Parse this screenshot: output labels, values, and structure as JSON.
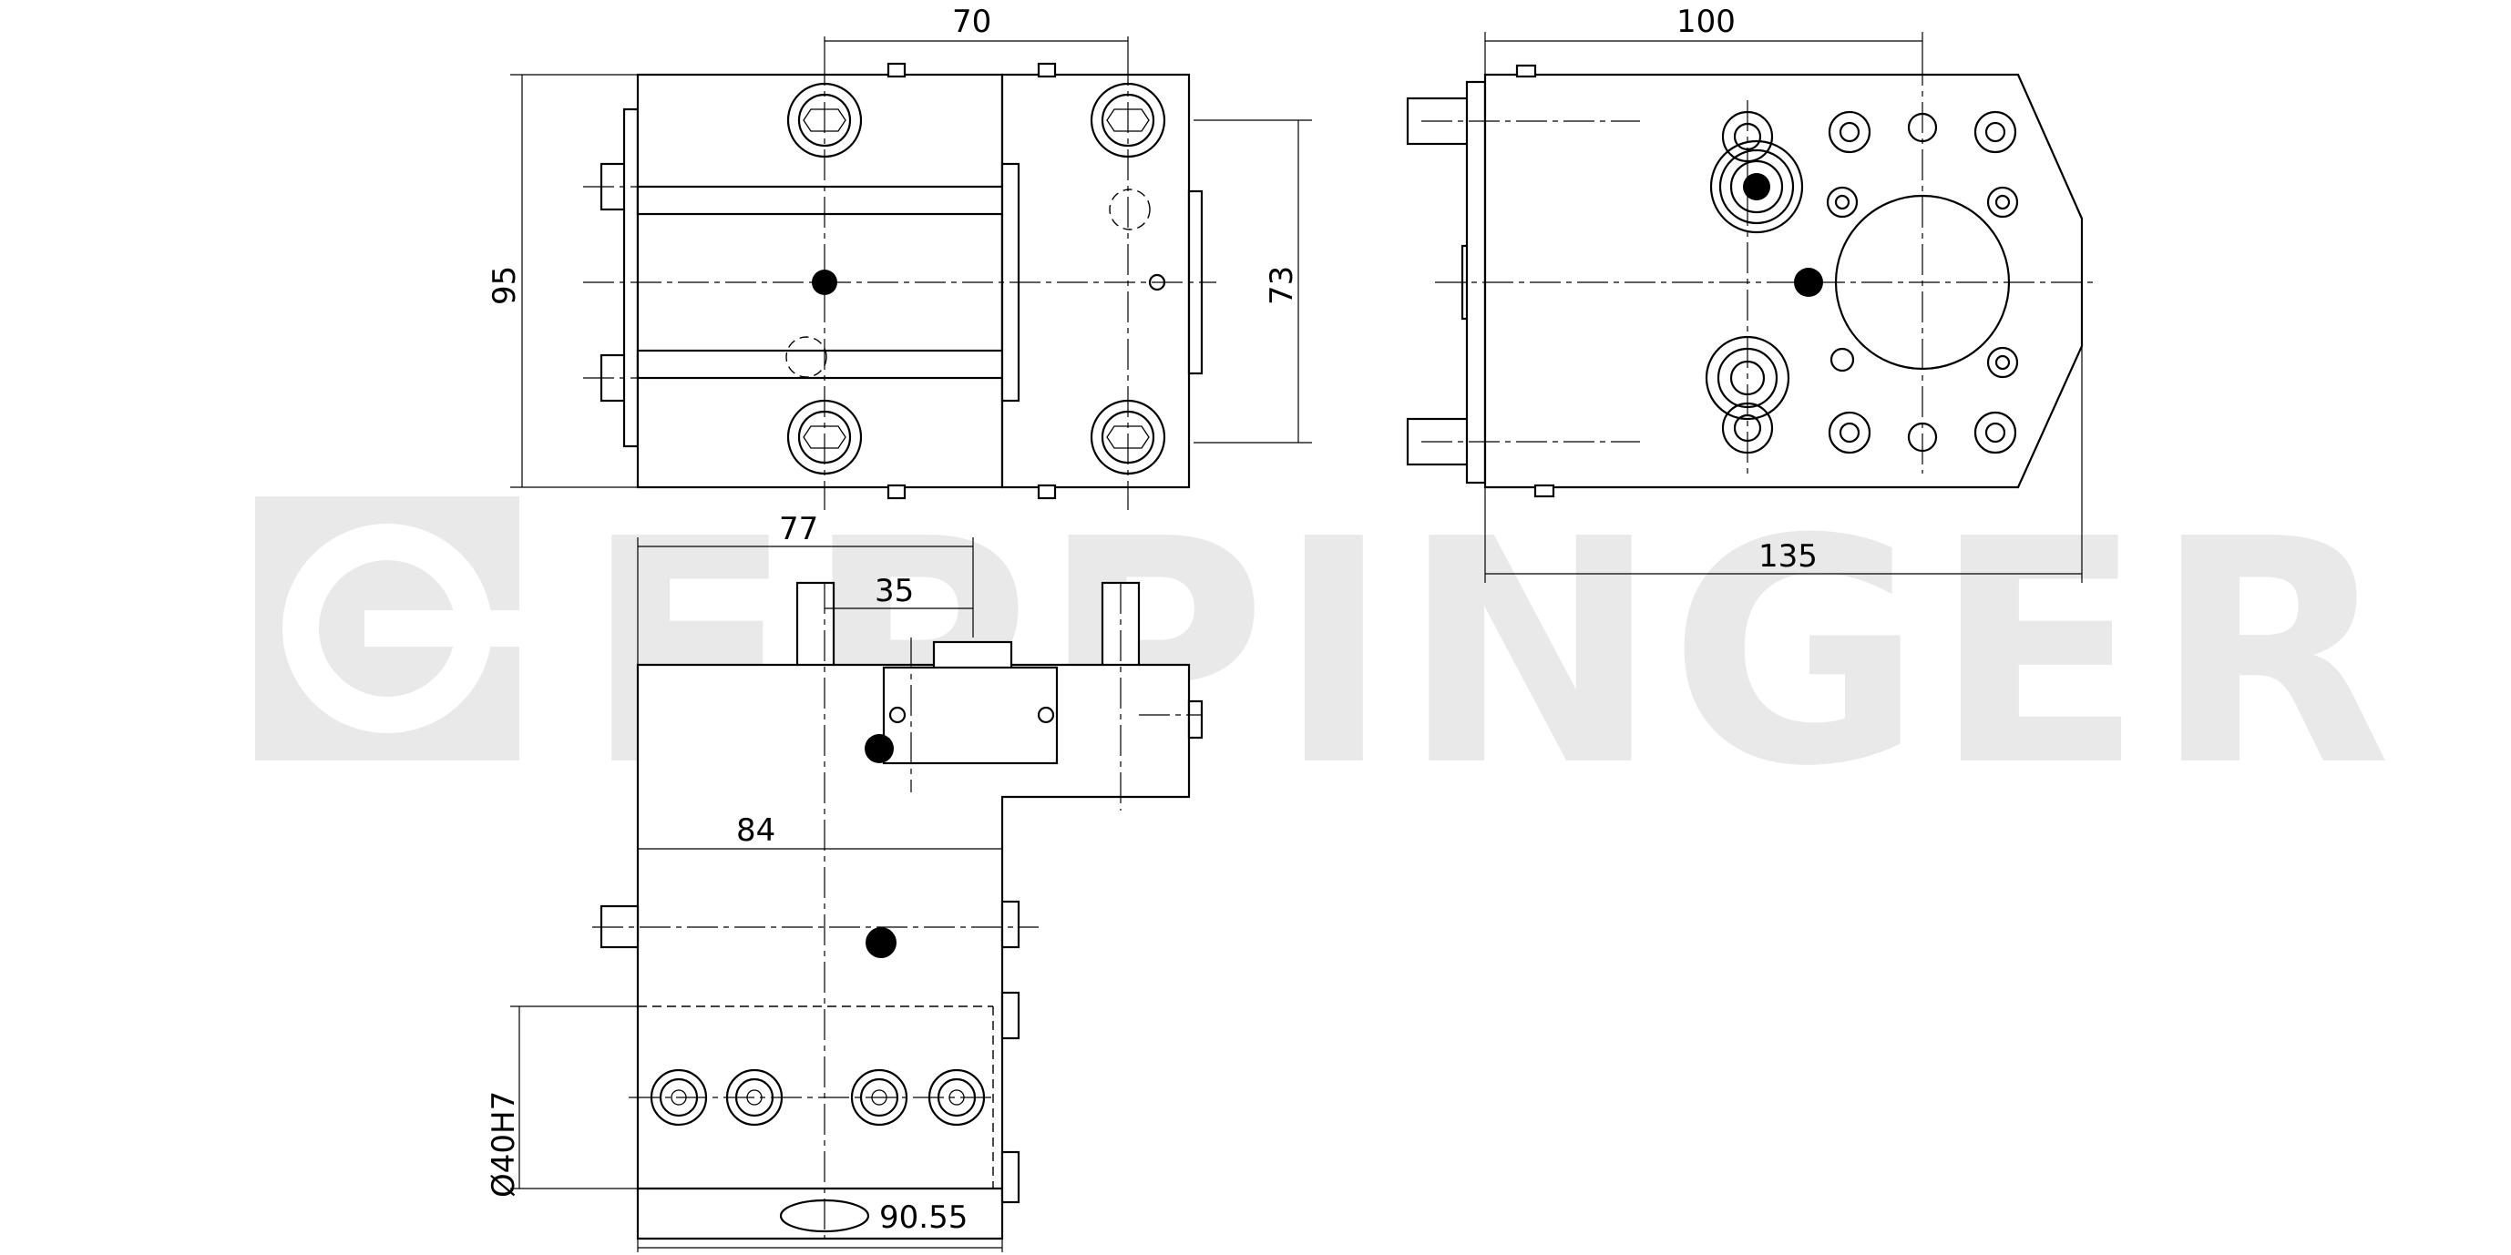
{
  "watermark": {
    "text": "EPPINGER",
    "color": "#e9e9e9"
  },
  "dimensions": {
    "top_left_width": "70",
    "top_left_height": "95",
    "top_left_inner_height": "73",
    "top_right_width": "100",
    "top_right_length": "135",
    "side_top_width": "77",
    "side_offset": "35",
    "side_mid_width": "84",
    "side_bore": "Ø40H7",
    "side_bottom_width": "90.55"
  },
  "colors": {
    "line": "#000000",
    "background": "#ffffff"
  }
}
